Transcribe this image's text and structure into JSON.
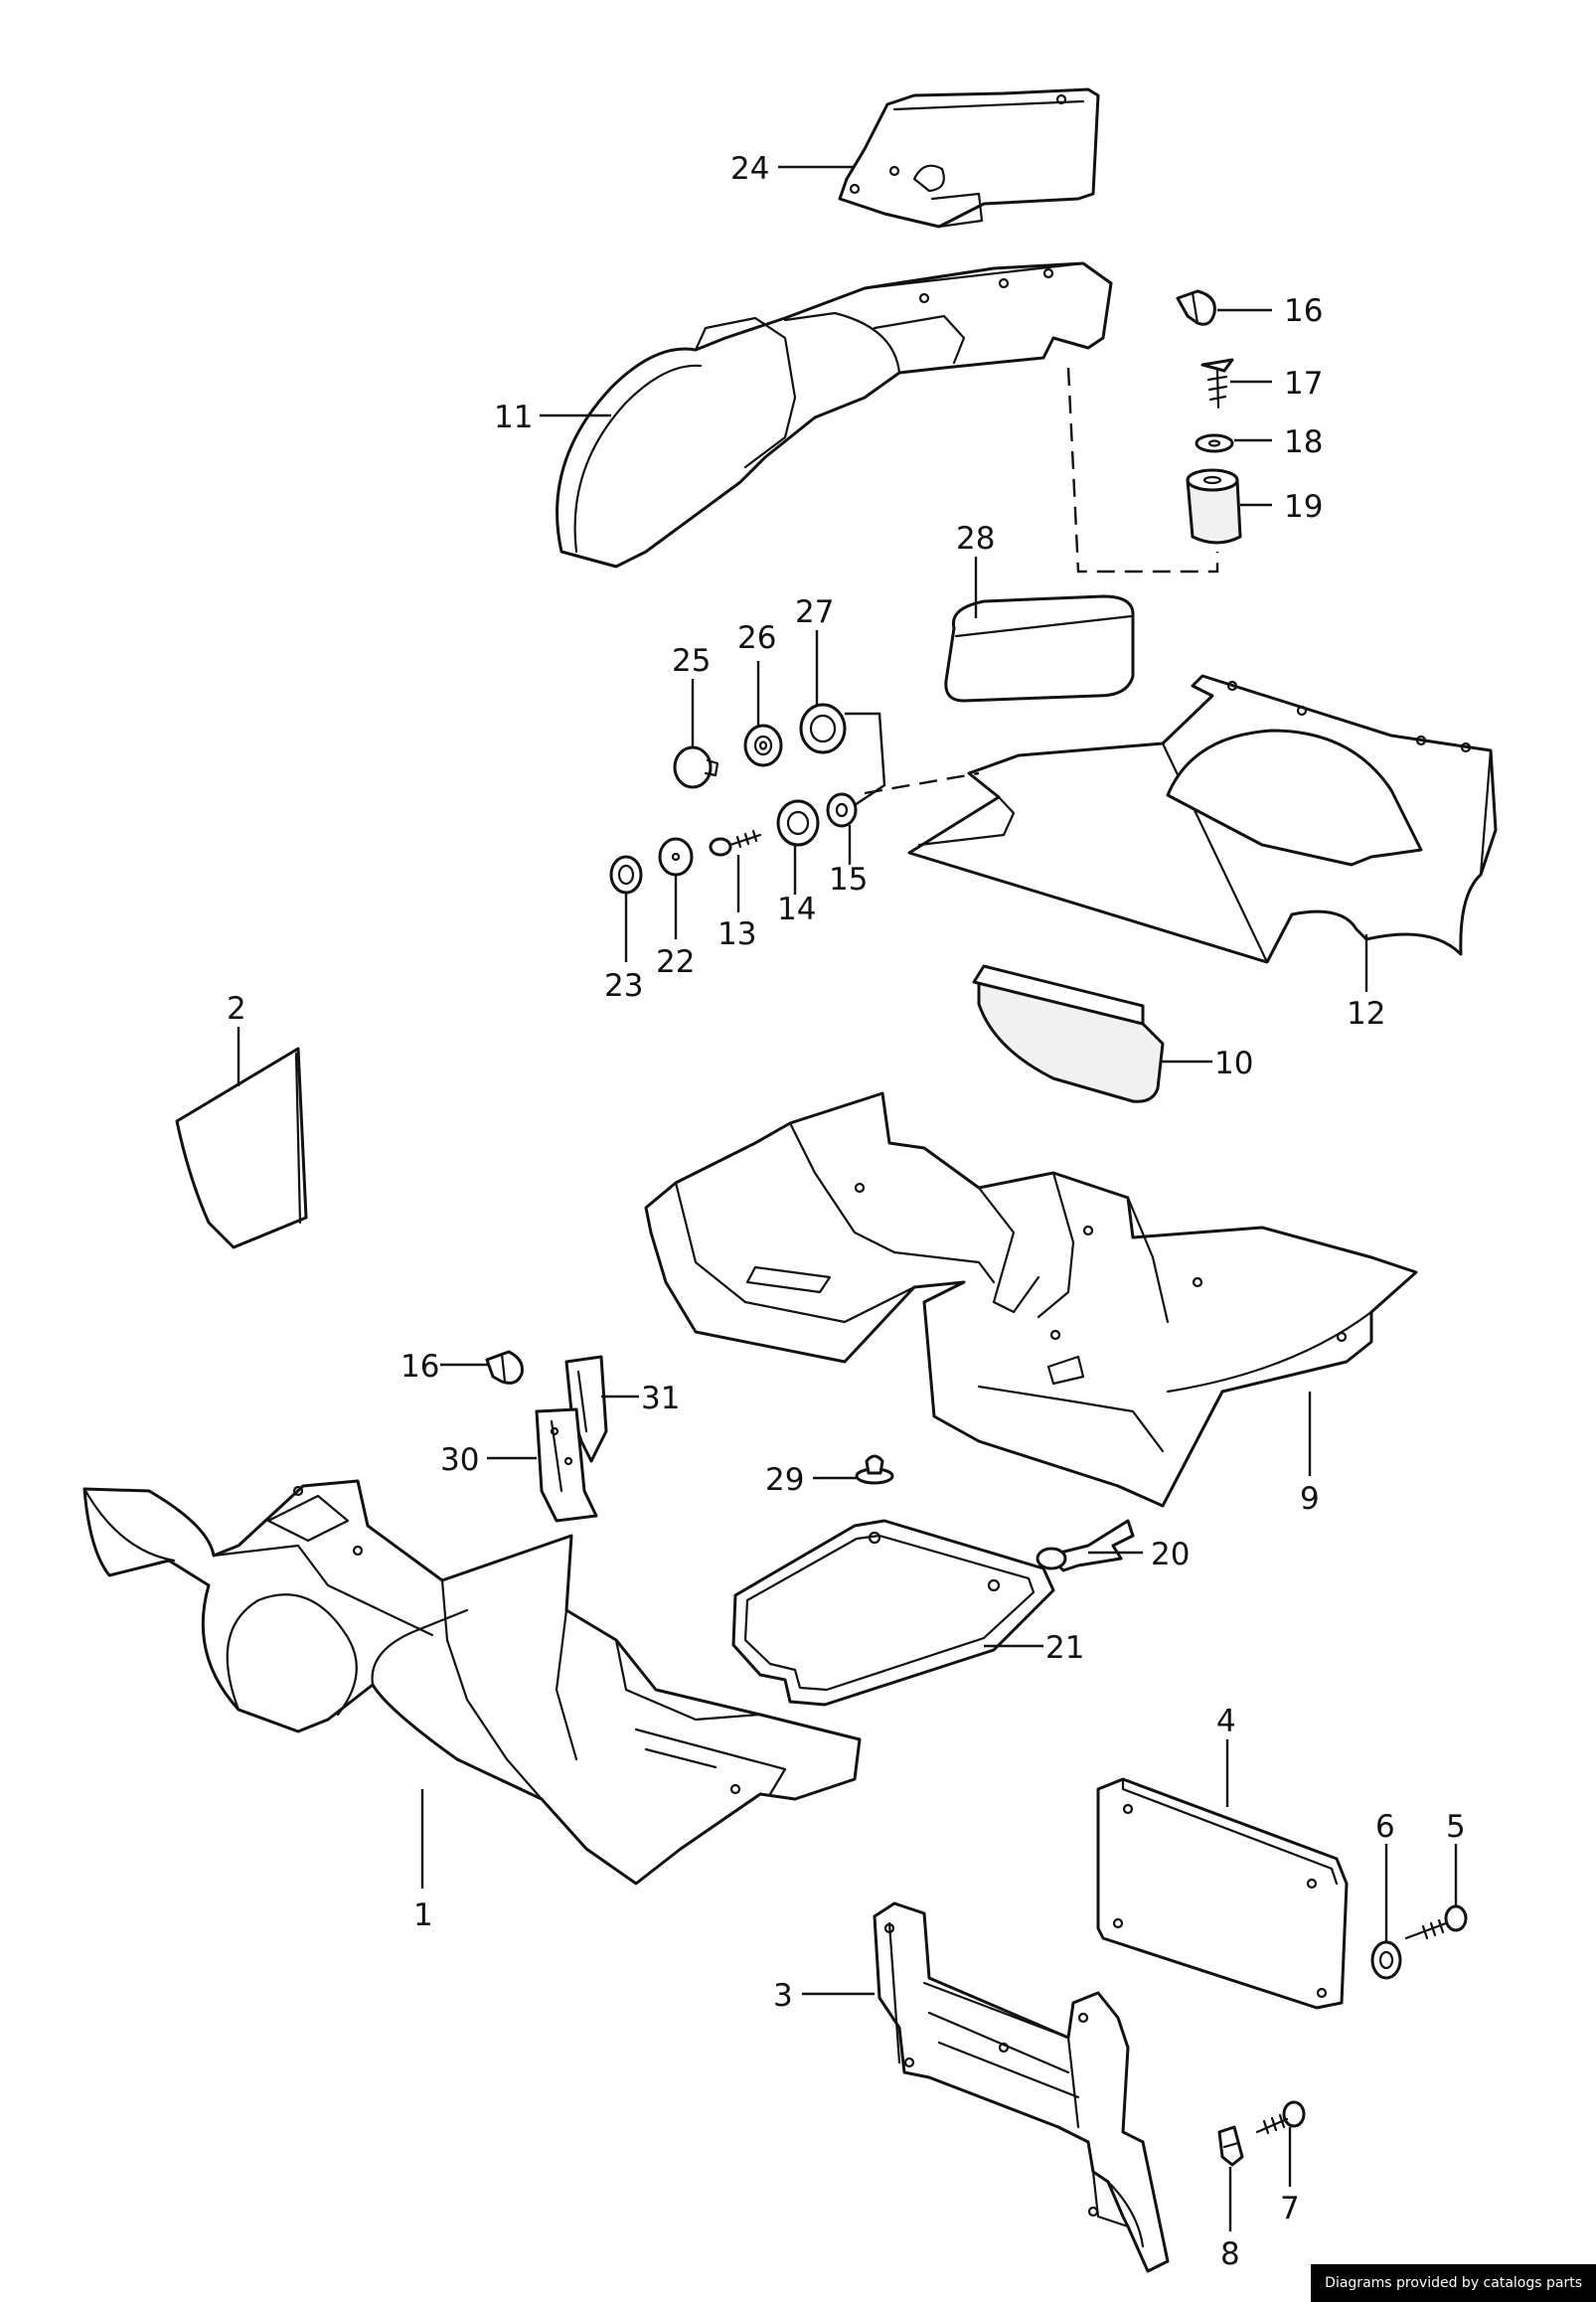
{
  "callouts": [
    {
      "id": "1",
      "label": "1"
    },
    {
      "id": "2",
      "label": "2"
    },
    {
      "id": "3",
      "label": "3"
    },
    {
      "id": "4",
      "label": "4"
    },
    {
      "id": "5",
      "label": "5"
    },
    {
      "id": "6",
      "label": "6"
    },
    {
      "id": "7",
      "label": "7"
    },
    {
      "id": "8",
      "label": "8"
    },
    {
      "id": "9",
      "label": "9"
    },
    {
      "id": "10",
      "label": "10"
    },
    {
      "id": "11",
      "label": "11"
    },
    {
      "id": "12",
      "label": "12"
    },
    {
      "id": "13",
      "label": "13"
    },
    {
      "id": "14",
      "label": "14"
    },
    {
      "id": "15",
      "label": "15"
    },
    {
      "id": "16a",
      "label": "16"
    },
    {
      "id": "16b",
      "label": "16"
    },
    {
      "id": "17",
      "label": "17"
    },
    {
      "id": "18",
      "label": "18"
    },
    {
      "id": "19",
      "label": "19"
    },
    {
      "id": "20",
      "label": "20"
    },
    {
      "id": "21",
      "label": "21"
    },
    {
      "id": "22",
      "label": "22"
    },
    {
      "id": "23",
      "label": "23"
    },
    {
      "id": "24",
      "label": "24"
    },
    {
      "id": "25",
      "label": "25"
    },
    {
      "id": "26",
      "label": "26"
    },
    {
      "id": "27",
      "label": "27"
    },
    {
      "id": "28",
      "label": "28"
    },
    {
      "id": "29",
      "label": "29"
    },
    {
      "id": "30",
      "label": "30"
    },
    {
      "id": "31",
      "label": "31"
    }
  ],
  "credit": "Diagrams provided by catalogs parts"
}
